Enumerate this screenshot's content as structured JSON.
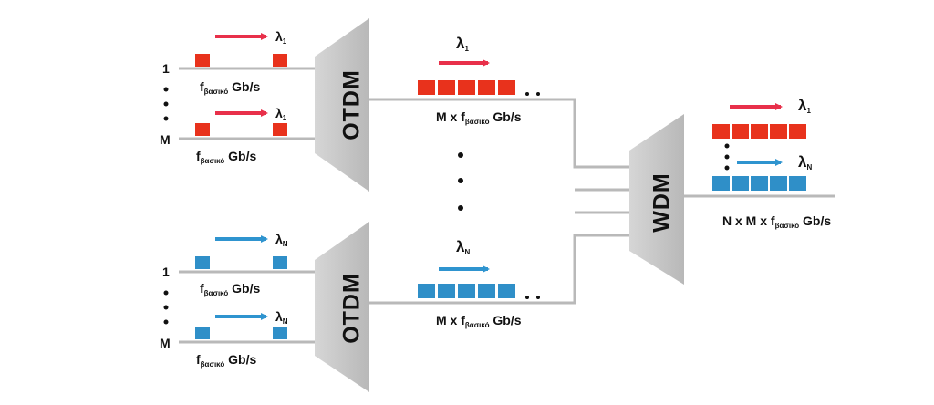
{
  "colors": {
    "red": "#e8321c",
    "blue": "#2f8fc8",
    "red_arrow": "#e8304a",
    "blue_arrow": "#2f94cf",
    "line": "#b9b9b9",
    "mux": "#c4c4c4"
  },
  "otdm_top": {
    "label": "OTDM",
    "input_first": "1",
    "input_last": "M",
    "lambda": "λ",
    "lambda_sub": "1",
    "rate_f": "f",
    "rate_sub": "βασικό",
    "rate_unit": " Gb/s",
    "out_lambda": "λ",
    "out_lambda_sub": "1",
    "out_rate_pre": "M x f",
    "out_rate_sub": "βασικό",
    "out_rate_unit": " Gb/s"
  },
  "otdm_bottom": {
    "label": "OTDM",
    "input_first": "1",
    "input_last": "M",
    "lambda": "λ",
    "lambda_sub": "N",
    "rate_f": "f",
    "rate_sub": "βασικό",
    "rate_unit": " Gb/s",
    "out_lambda": "λ",
    "out_lambda_sub": "N",
    "out_rate_pre": "M x f",
    "out_rate_sub": "βασικό",
    "out_rate_unit": " Gb/s"
  },
  "wdm": {
    "label": "WDM",
    "out_lambda_top": "λ",
    "out_lambda_top_sub": "1",
    "out_lambda_bottom": "λ",
    "out_lambda_bottom_sub": "N",
    "out_rate_pre": "N x M x f",
    "out_rate_sub": "βασικό",
    "out_rate_unit": " Gb/s"
  }
}
